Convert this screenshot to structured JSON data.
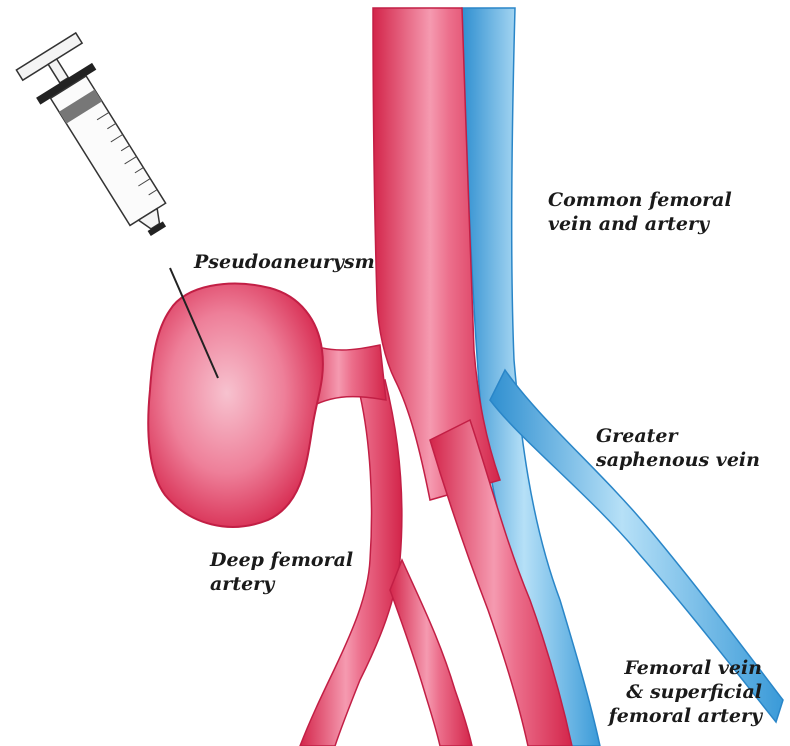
{
  "labels": {
    "common_femoral": [
      "Common femoral",
      "vein and artery"
    ],
    "pseudoaneurysm": [
      "Pseudoaneurysm"
    ],
    "greater_saphenous": [
      "Greater",
      "saphenous vein"
    ],
    "deep_femoral": [
      "Deep femoral",
      "artery"
    ],
    "femoral_vein_sfa": [
      "Femoral vein",
      "& superficial",
      "femoral artery"
    ]
  },
  "colors": {
    "artery": "#e23a5e",
    "artery_light": "#f6a9bb",
    "vein": "#4aa8e0",
    "vein_light": "#b6e0f7",
    "text": "#1a1a1a"
  }
}
